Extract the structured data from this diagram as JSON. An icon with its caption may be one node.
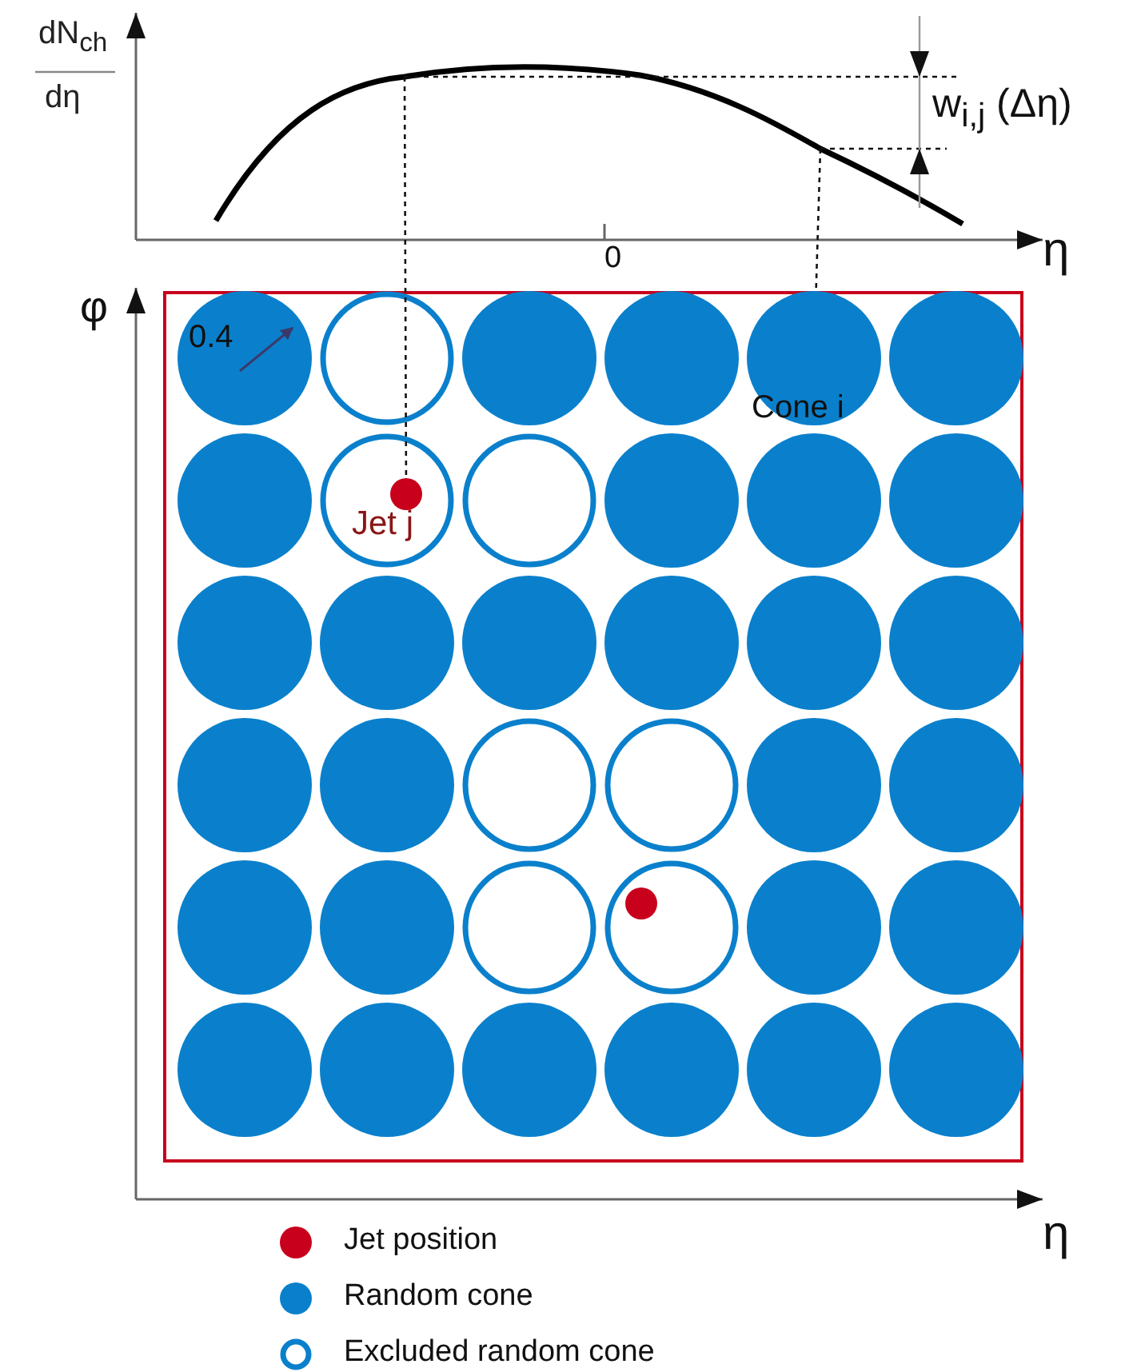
{
  "diagram": {
    "nodes": [
      {
        "text": [],
        "shape": "box"
      },
      {
        "text": [],
        "shape": "circle",
        "in": 0
      },
      {
        "text": [],
        "shape": "circle",
        "in": 0
      },
      {
        "text": [],
        "shape": "circle",
        "in": 0
      },
      {
        "text": [],
        "shape": "circle",
        "in": 0
      },
      {
        "text": [
          "Cone i"
        ],
        "in": 0
      },
      {
        "text": [],
        "shape": "circle",
        "in": 0
      },
      {
        "text": [],
        "shape": "circle",
        "in": 0
      },
      {
        "text": [],
        "shape": "circle",
        "in": 0
      },
      {
        "text": [],
        "shape": "circle",
        "in": 0
      },
      {
        "text": [],
        "shape": "circle",
        "in": 0
      },
      {
        "text": [],
        "shape": "circle",
        "in": 0
      },
      {
        "text": [],
        "shape": "circle",
        "in": 0
      },
      {
        "text": [],
        "shape": "circle",
        "in": 0
      },
      {
        "text": [],
        "shape": "circle",
        "in": 0
      },
      {
        "text": [],
        "shape": "circle",
        "in": 0
      },
      {
        "text": [],
        "shape": "circle",
        "in": 0
      },
      {
        "text": [],
        "shape": "circle",
        "in": 0
      },
      {
        "text": [],
        "shape": "circle",
        "in": 0
      },
      {
        "text": [],
        "shape": "circle",
        "in": 0
      },
      {
        "text": [],
        "shape": "circle",
        "in": 0
      },
      {
        "text": [],
        "shape": "circle",
        "in": 0
      },
      {
        "text": [],
        "shape": "circle",
        "in": 0
      },
      {
        "text": [],
        "shape": "circle",
        "in": 0
      },
      {
        "text": [],
        "shape": "circle",
        "in": 0
      },
      {
        "text": [],
        "shape": "circle",
        "in": 0
      },
      {
        "text": [],
        "shape": "circle",
        "in": 0
      },
      {
        "text": [],
        "shape": "circle",
        "in": 0
      },
      {
        "text": [],
        "shape": "circle",
        "in": 0
      },
      {
        "text": [],
        "shape": "circle",
        "in": 0
      },
      {
        "text": [],
        "shape": "circle",
        "in": 0
      },
      {
        "text": [],
        "shape": "circle",
        "in": 0
      },
      {
        "text": [],
        "shape": "circle",
        "in": 0
      },
      {
        "text": [],
        "shape": "circle",
        "in": 0
      },
      {
        "text": [],
        "shape": "circle",
        "in": 0
      },
      {
        "text": [],
        "shape": "circle",
        "in": 0
      },
      {
        "text": [],
        "shape": "circle",
        "in": 0
      },
      {
        "text": [],
        "shape": "circle",
        "in": 8,
        "beside": [
          "Jet j"
        ]
      },
      {
        "text": [],
        "shape": "circle",
        "in": 28
      }
    ],
    "edges": [
      {
        "from": null,
        "to": 37,
        "arrow": "none",
        "style": "dashed"
      },
      {
        "from": null,
        "to": 5,
        "arrow": "none",
        "style": "dashed"
      }
    ],
    "labels": [
      "dN$_{ch}$",
      "dη",
      "w$_{i,j}$ (Δη)",
      "0",
      "η",
      "φ",
      "0.4",
      "η"
    ],
    "legend": [
      {
        "text": "Jet position",
        "color": "#c8001c"
      },
      {
        "text": "Random cone",
        "color": "#0a80cc"
      },
      {
        "text": "Excluded random cone"
      }
    ]
  }
}
